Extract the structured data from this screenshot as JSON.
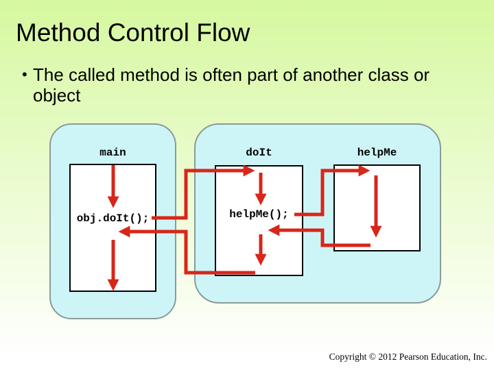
{
  "slide": {
    "title": "Method Control Flow",
    "bullet": {
      "marker": "•",
      "text": "The called method is often part of another class or object"
    },
    "footer": "Copyright © 2012 Pearson Education, Inc."
  },
  "diagram": {
    "main": {
      "label": "main",
      "code": "obj.doIt();"
    },
    "doit": {
      "label": "doIt",
      "code": "helpMe();"
    },
    "helpme": {
      "label": "helpMe"
    },
    "flows": [
      {
        "from": "main",
        "to": "doIt",
        "type": "call",
        "statement": "obj.doIt();"
      },
      {
        "from": "doIt",
        "to": "helpMe",
        "type": "call",
        "statement": "helpMe();"
      },
      {
        "from": "helpMe",
        "to": "doIt",
        "type": "return"
      },
      {
        "from": "doIt",
        "to": "main",
        "type": "return"
      }
    ]
  },
  "colors": {
    "background_top": "#d6f89f",
    "background_bottom": "#ffffff",
    "group_fill": "#cdf5f7",
    "group_border": "#8b9a99",
    "box_fill": "#ffffff",
    "box_border": "#000000",
    "arrow": "#d8261a",
    "text": "#000000"
  }
}
